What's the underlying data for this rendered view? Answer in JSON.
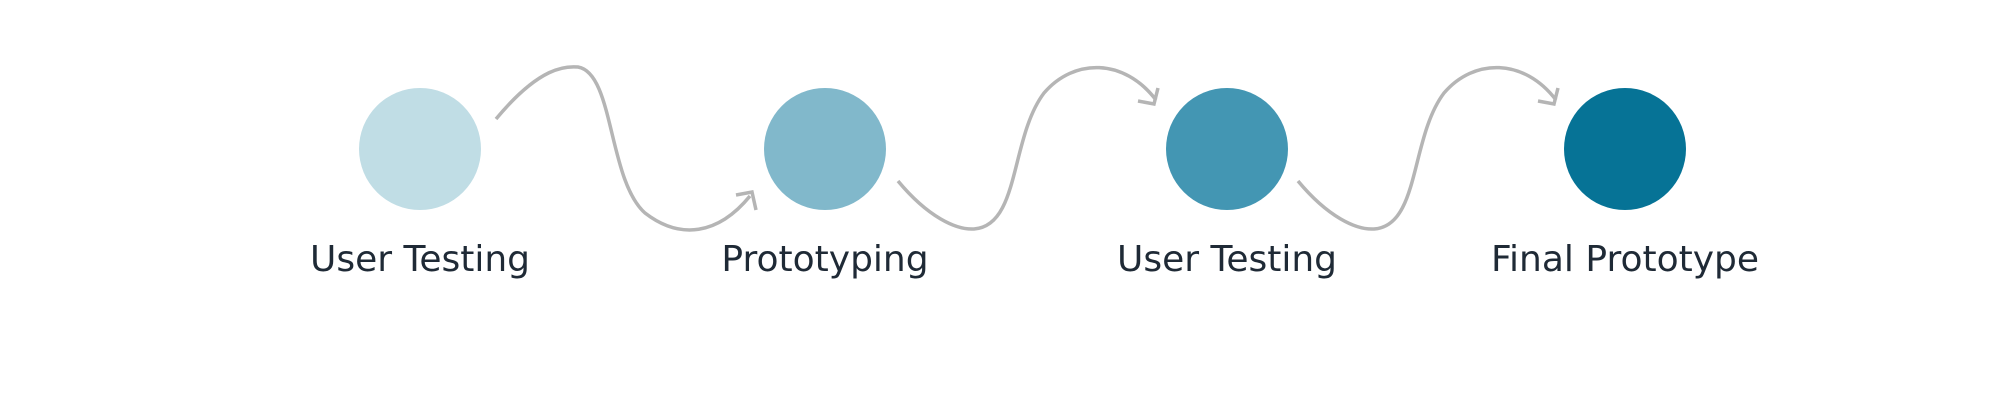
{
  "stages": [
    {
      "label": "User Testing",
      "color": "#c0dde5"
    },
    {
      "label": "Prototyping",
      "color": "#81b8cb"
    },
    {
      "label": "User Testing",
      "color": "#4396b3"
    },
    {
      "label": "Final Prototype",
      "color": "#067396"
    }
  ],
  "connector_color": "#b5b5b5",
  "label_color": "#1f2a36"
}
